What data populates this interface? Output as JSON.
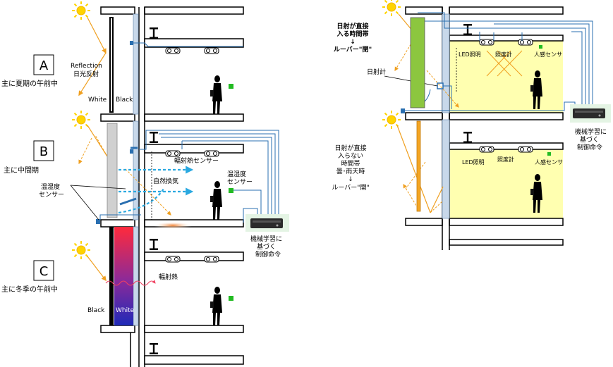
{
  "left": {
    "label_a": "A",
    "label_b": "B",
    "label_c": "C",
    "desc_a": "主に夏期の午前中",
    "desc_b": "主に中間期",
    "desc_c": "主に冬季の午前中",
    "reflection_en": "Reflection",
    "reflection_jp": "日光反射",
    "white_a": "White",
    "black_a": "Black",
    "radiant_sensor": "輻射熱センサー",
    "natural_ventilation": "自然換気",
    "temp_humidity_sensor_1": "温湿度",
    "temp_humidity_sensor_2": "センサー",
    "temp_humidity_left_1": "温湿度",
    "temp_humidity_left_2": "センサー",
    "ml_command_1": "機械学習に",
    "ml_command_2": "基づく",
    "ml_command_3": "制御命令",
    "radiant_heat": "輻射熱",
    "black_c": "Black",
    "white_c": "White"
  },
  "right": {
    "top_note_1": "日射が直接",
    "top_note_2": "入る時間帯",
    "top_note_3": "↓",
    "top_note_4": "ルーバー\"閉\"",
    "pyranometer": "日射計",
    "led_top": "LED照明",
    "illuminance_top": "照度計",
    "motion_top": "人感センサ",
    "ml_command_1": "機械学習に",
    "ml_command_2": "基づく",
    "ml_command_3": "制御命令",
    "bottom_note_1": "日射が直接",
    "bottom_note_2": "入らない",
    "bottom_note_3": "時間帯",
    "bottom_note_4": "曇･雨天時",
    "bottom_note_5": "↓",
    "bottom_note_6": "ルーバー\"開\"",
    "led_bottom": "LED照明",
    "illuminance_bottom": "照度計",
    "motion_bottom": "人感センサ"
  },
  "colors": {
    "sun": "#ffd400",
    "sun_ray": "#f0a020",
    "wire": "#2a6fb0",
    "vent_arrow": "#29a8e0",
    "room_light": "#ffffb0",
    "louver_green": "#8cc63f",
    "louver_orange": "#f5a623",
    "louver_gray": "#d0d0d0",
    "radiant_red": "#ff2a3c",
    "radiant_blue": "#222bb0",
    "controller_bg": "#e4f4e4",
    "glass": "#c8d8ea",
    "sensor_green": "#22bb22"
  }
}
